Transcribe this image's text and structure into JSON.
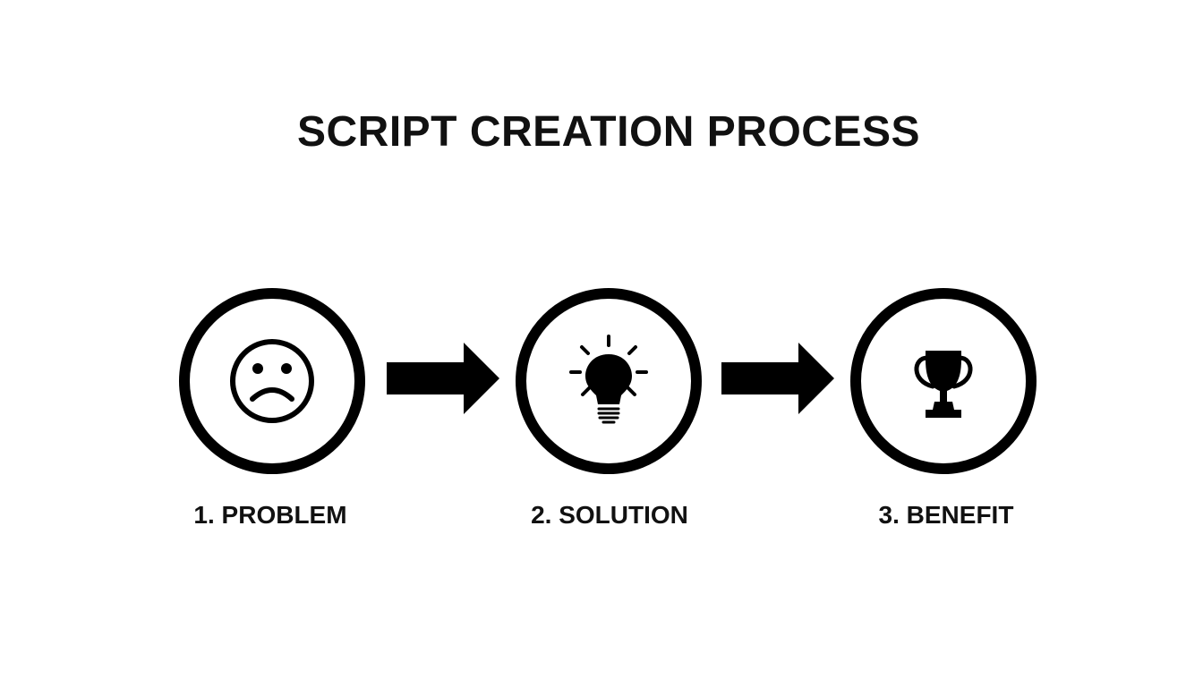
{
  "diagram": {
    "title": "SCRIPT CREATION PROCESS",
    "steps": [
      {
        "label": "1. PROBLEM",
        "icon": "sad-face-icon"
      },
      {
        "label": "2. SOLUTION",
        "icon": "lightbulb-icon"
      },
      {
        "label": "3. BENEFIT",
        "icon": "trophy-icon"
      }
    ],
    "connectors": [
      "arrow-right-icon",
      "arrow-right-icon"
    ],
    "colors": {
      "foreground": "#000000",
      "background": "#ffffff"
    }
  }
}
